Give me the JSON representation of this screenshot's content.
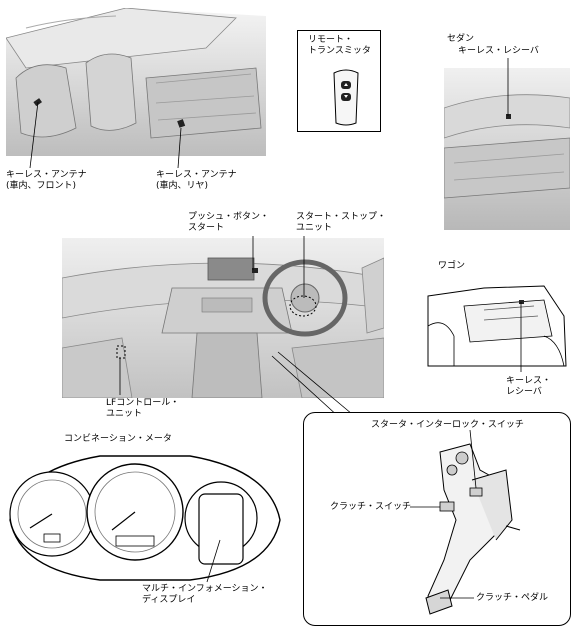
{
  "labels": {
    "keyless_antenna_front": "キーレス・アンテナ\n(車内、フロント)",
    "keyless_antenna_rear": "キーレス・アンテナ\n(車内、リヤ)",
    "remote_transmitter": "リモート・\nトランスミッタ",
    "sedan": "セダン",
    "keyless_receiver_sedan": "キーレス・レシーバ",
    "push_button_start": "プッシュ・ボタン・\nスタート",
    "start_stop_unit": "スタート・ストップ・\nユニット",
    "wagon": "ワゴン",
    "keyless_receiver_wagon": "キーレス・\nレシーバ",
    "lf_control_unit": "LFコントロール・\nユニット",
    "combination_meter": "コンビネーション・メータ",
    "starter_interlock_switch": "スタータ・インターロック・スイッチ",
    "clutch_switch": "クラッチ・スイッチ",
    "multi_info_display": "マルチ・インフォメーション・\nディスプレイ",
    "clutch_pedal": "クラッチ・ペダル"
  },
  "colors": {
    "line": "#000000",
    "shade_light": "#e6e6e6",
    "shade_mid": "#c8c8c8",
    "shade_dark": "#9a9a9a"
  }
}
